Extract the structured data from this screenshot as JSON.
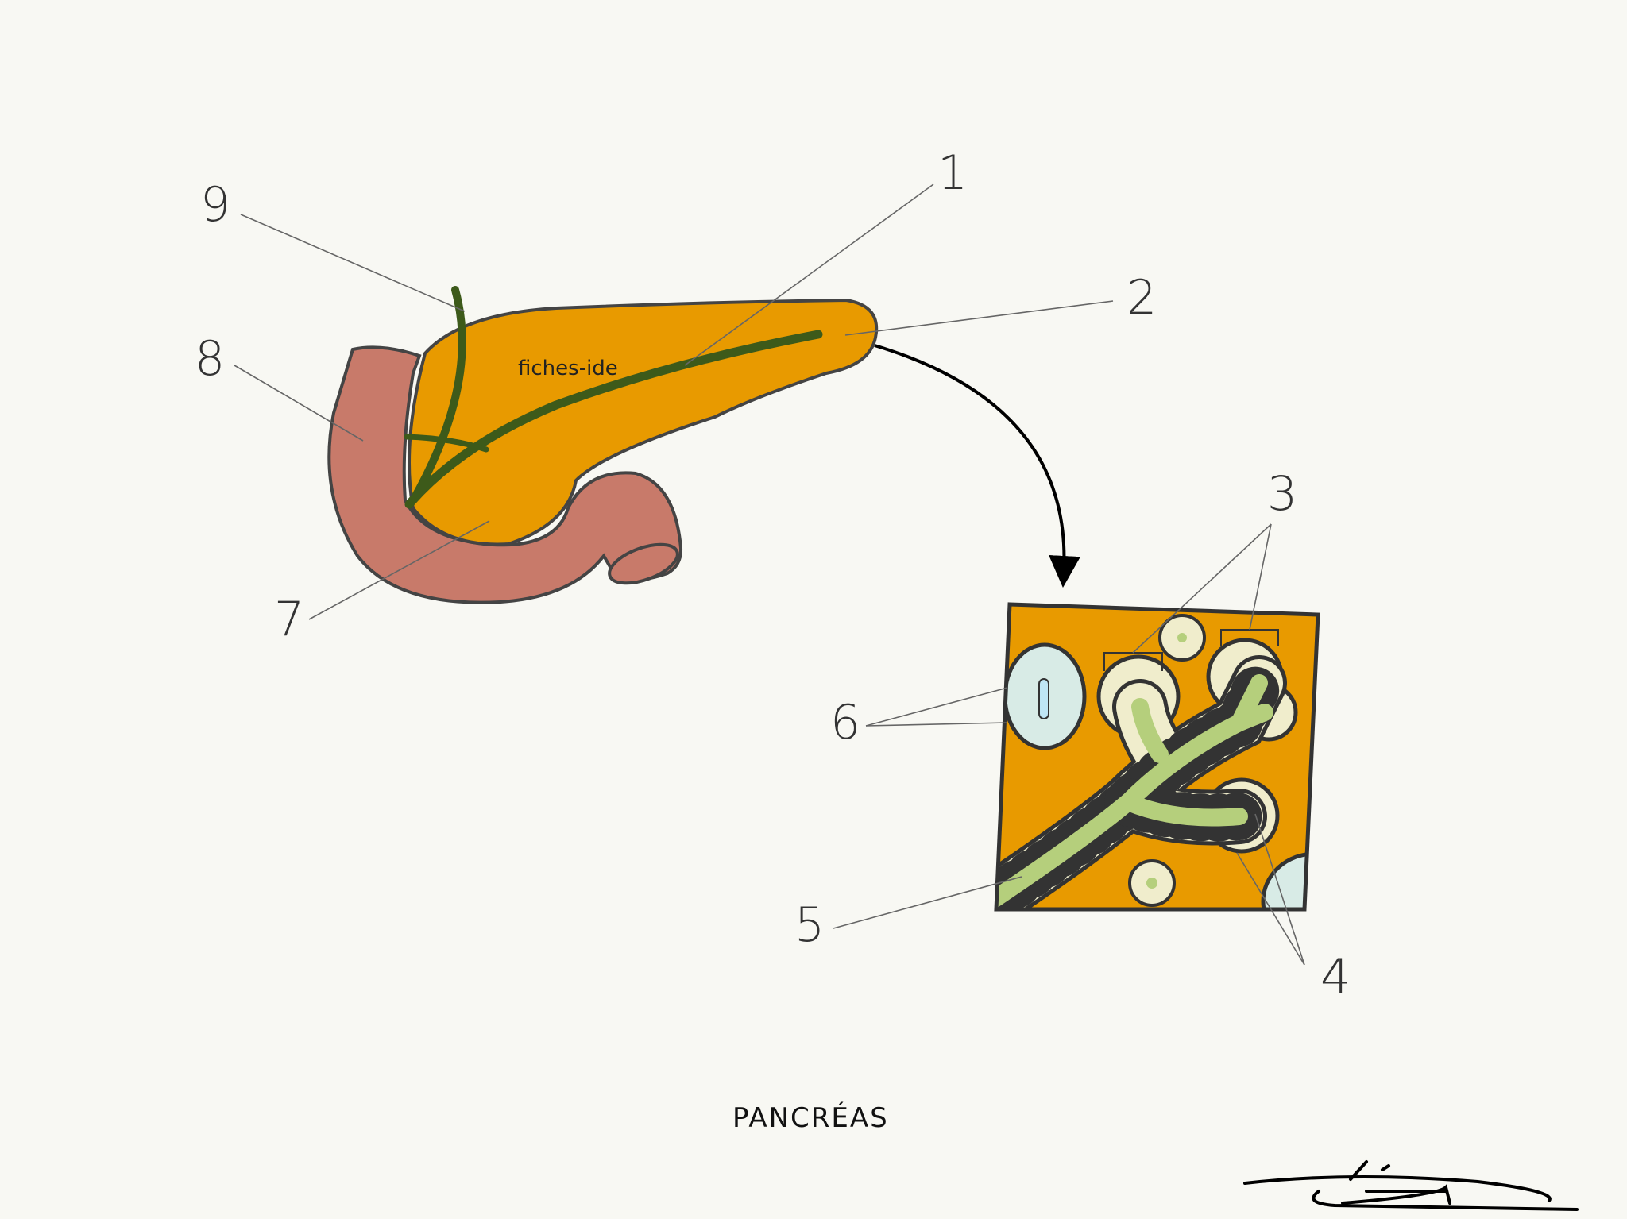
{
  "title": "PANCRÉAS",
  "watermark": "fiches-ide",
  "signature": "Léonia",
  "labels": [
    "1",
    "2",
    "3",
    "4",
    "5",
    "6",
    "7",
    "8",
    "9"
  ],
  "colors": {
    "background": "#f8f8f3",
    "pancreas": "#e89a00",
    "duodenum": "#c87a6a",
    "duct_dark": "#3d5a1a",
    "duct_light": "#b5cf7c",
    "acinar_cell": "#f0edcc",
    "islet": "#d8ebe6",
    "outline": "#3a3a3a"
  }
}
